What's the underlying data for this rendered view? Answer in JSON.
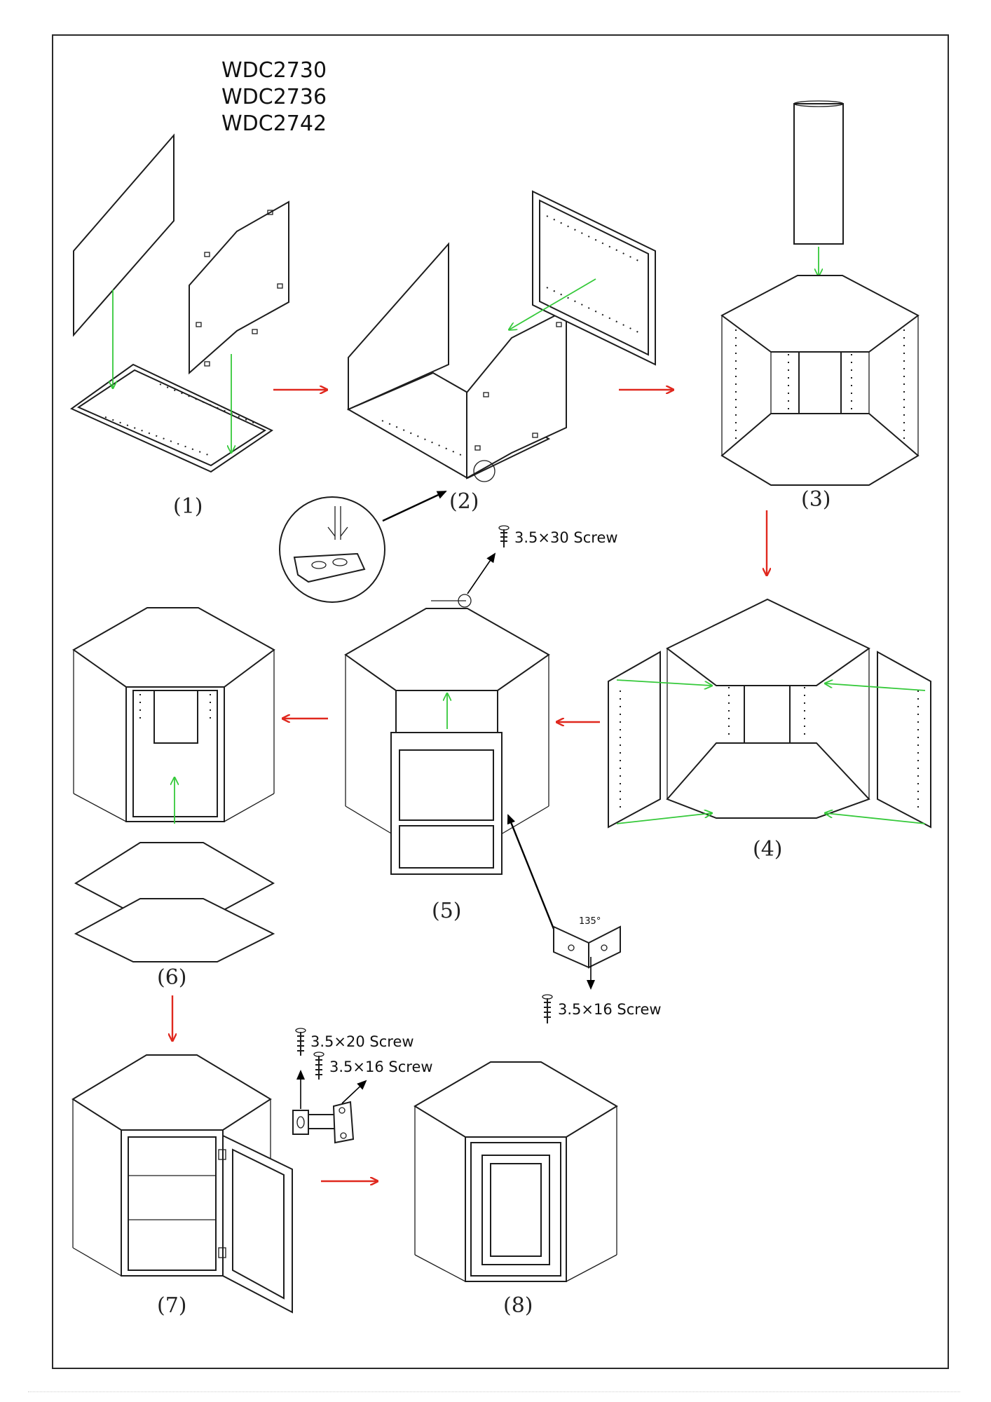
{
  "models": [
    "WDC2730",
    "WDC2736",
    "WDC2742"
  ],
  "steps": [
    "(1)",
    "(2)",
    "(3)",
    "(4)",
    "(5)",
    "(6)",
    "(7)",
    "(8)"
  ],
  "callouts": {
    "screw_30": "3.5×30 Screw",
    "screw_16_bracket": "3.5×16 Screw",
    "screw_20": "3.5×20 Screw",
    "screw_16_hinge": "3.5×16 Screw",
    "bracket_angle": "135°"
  },
  "colors": {
    "flow_arrow": "#e0281e",
    "assembly_arrow": "#35c93a",
    "line": "#1d1d1d"
  }
}
